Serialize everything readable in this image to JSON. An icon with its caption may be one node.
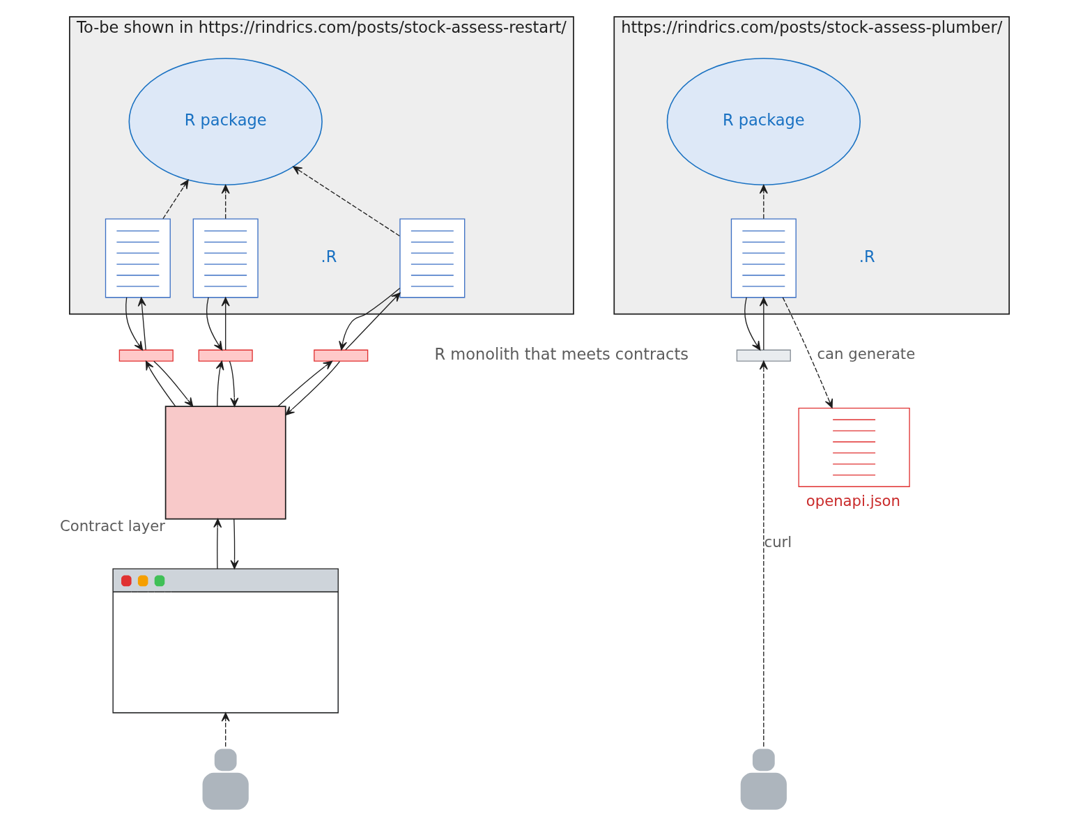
{
  "diagram": {
    "nodes": [
      {
        "text": [
          "To-be shown in https://rindrics.com/posts/stock-assess-restart/"
        ]
      },
      {
        "text": [
          "R package"
        ],
        "in": 0
      },
      {
        "text": [],
        "shape": "document",
        "in": 0
      },
      {
        "text": [],
        "shape": "document",
        "in": 0
      },
      {
        "text": [],
        "shape": "document",
        "in": 0
      },
      {
        "text": [],
        "shape": "bar"
      },
      {
        "text": [],
        "shape": "bar"
      },
      {
        "text": [],
        "shape": "bar"
      },
      {
        "text": [],
        "shape": "box",
        "beside": [
          "Contract layer"
        ]
      },
      {
        "text": [],
        "shape": "window"
      },
      {
        "text": [],
        "shape": "person"
      },
      {
        "text": [
          "https://rindrics.com/posts/stock-assess-plumber/"
        ]
      },
      {
        "text": [
          "R package"
        ],
        "in": 11
      },
      {
        "text": [],
        "shape": "document",
        "in": 11
      },
      {
        "text": [],
        "shape": "bar"
      },
      {
        "text": [],
        "shape": "document",
        "beside": [
          "openapi.json"
        ]
      },
      {
        "text": [],
        "shape": "person"
      }
    ],
    "edges": [
      {
        "from": 2,
        "to": 1,
        "arrow": "to",
        "style": "dashed"
      },
      {
        "from": 3,
        "to": 1,
        "arrow": "to",
        "style": "dashed"
      },
      {
        "from": 4,
        "to": 1,
        "arrow": "to",
        "style": "dashed"
      },
      {
        "from": 2,
        "to": 5,
        "arrow": "to"
      },
      {
        "from": 5,
        "to": 2,
        "arrow": "to"
      },
      {
        "from": 3,
        "to": 6,
        "arrow": "to"
      },
      {
        "from": 6,
        "to": 3,
        "arrow": "to"
      },
      {
        "from": 4,
        "to": 7,
        "arrow": "to"
      },
      {
        "from": 7,
        "to": 4,
        "arrow": "to"
      },
      {
        "from": 5,
        "to": 8,
        "arrow": "to"
      },
      {
        "from": 8,
        "to": 5,
        "arrow": "to"
      },
      {
        "from": 6,
        "to": 8,
        "arrow": "to"
      },
      {
        "from": 8,
        "to": 6,
        "arrow": "to"
      },
      {
        "from": 7,
        "to": 8,
        "arrow": "to"
      },
      {
        "from": 8,
        "to": 7,
        "arrow": "to"
      },
      {
        "from": 8,
        "to": 9,
        "arrow": "to"
      },
      {
        "from": 9,
        "to": 8,
        "arrow": "to"
      },
      {
        "from": 10,
        "to": 9,
        "arrow": "to",
        "style": "dashed"
      },
      {
        "from": 13,
        "to": 12,
        "arrow": "to",
        "style": "dashed"
      },
      {
        "from": 13,
        "to": 14,
        "arrow": "to"
      },
      {
        "from": 14,
        "to": 13,
        "arrow": "to"
      },
      {
        "from": 13,
        "to": 15,
        "arrow": "to",
        "label": "can generate",
        "style": "dashed"
      },
      {
        "from": 16,
        "to": 14,
        "arrow": "to",
        "label": "curl",
        "style": "dashed"
      }
    ],
    "labels": [
      ".R",
      "R monolith that meets contracts",
      ".R"
    ]
  }
}
